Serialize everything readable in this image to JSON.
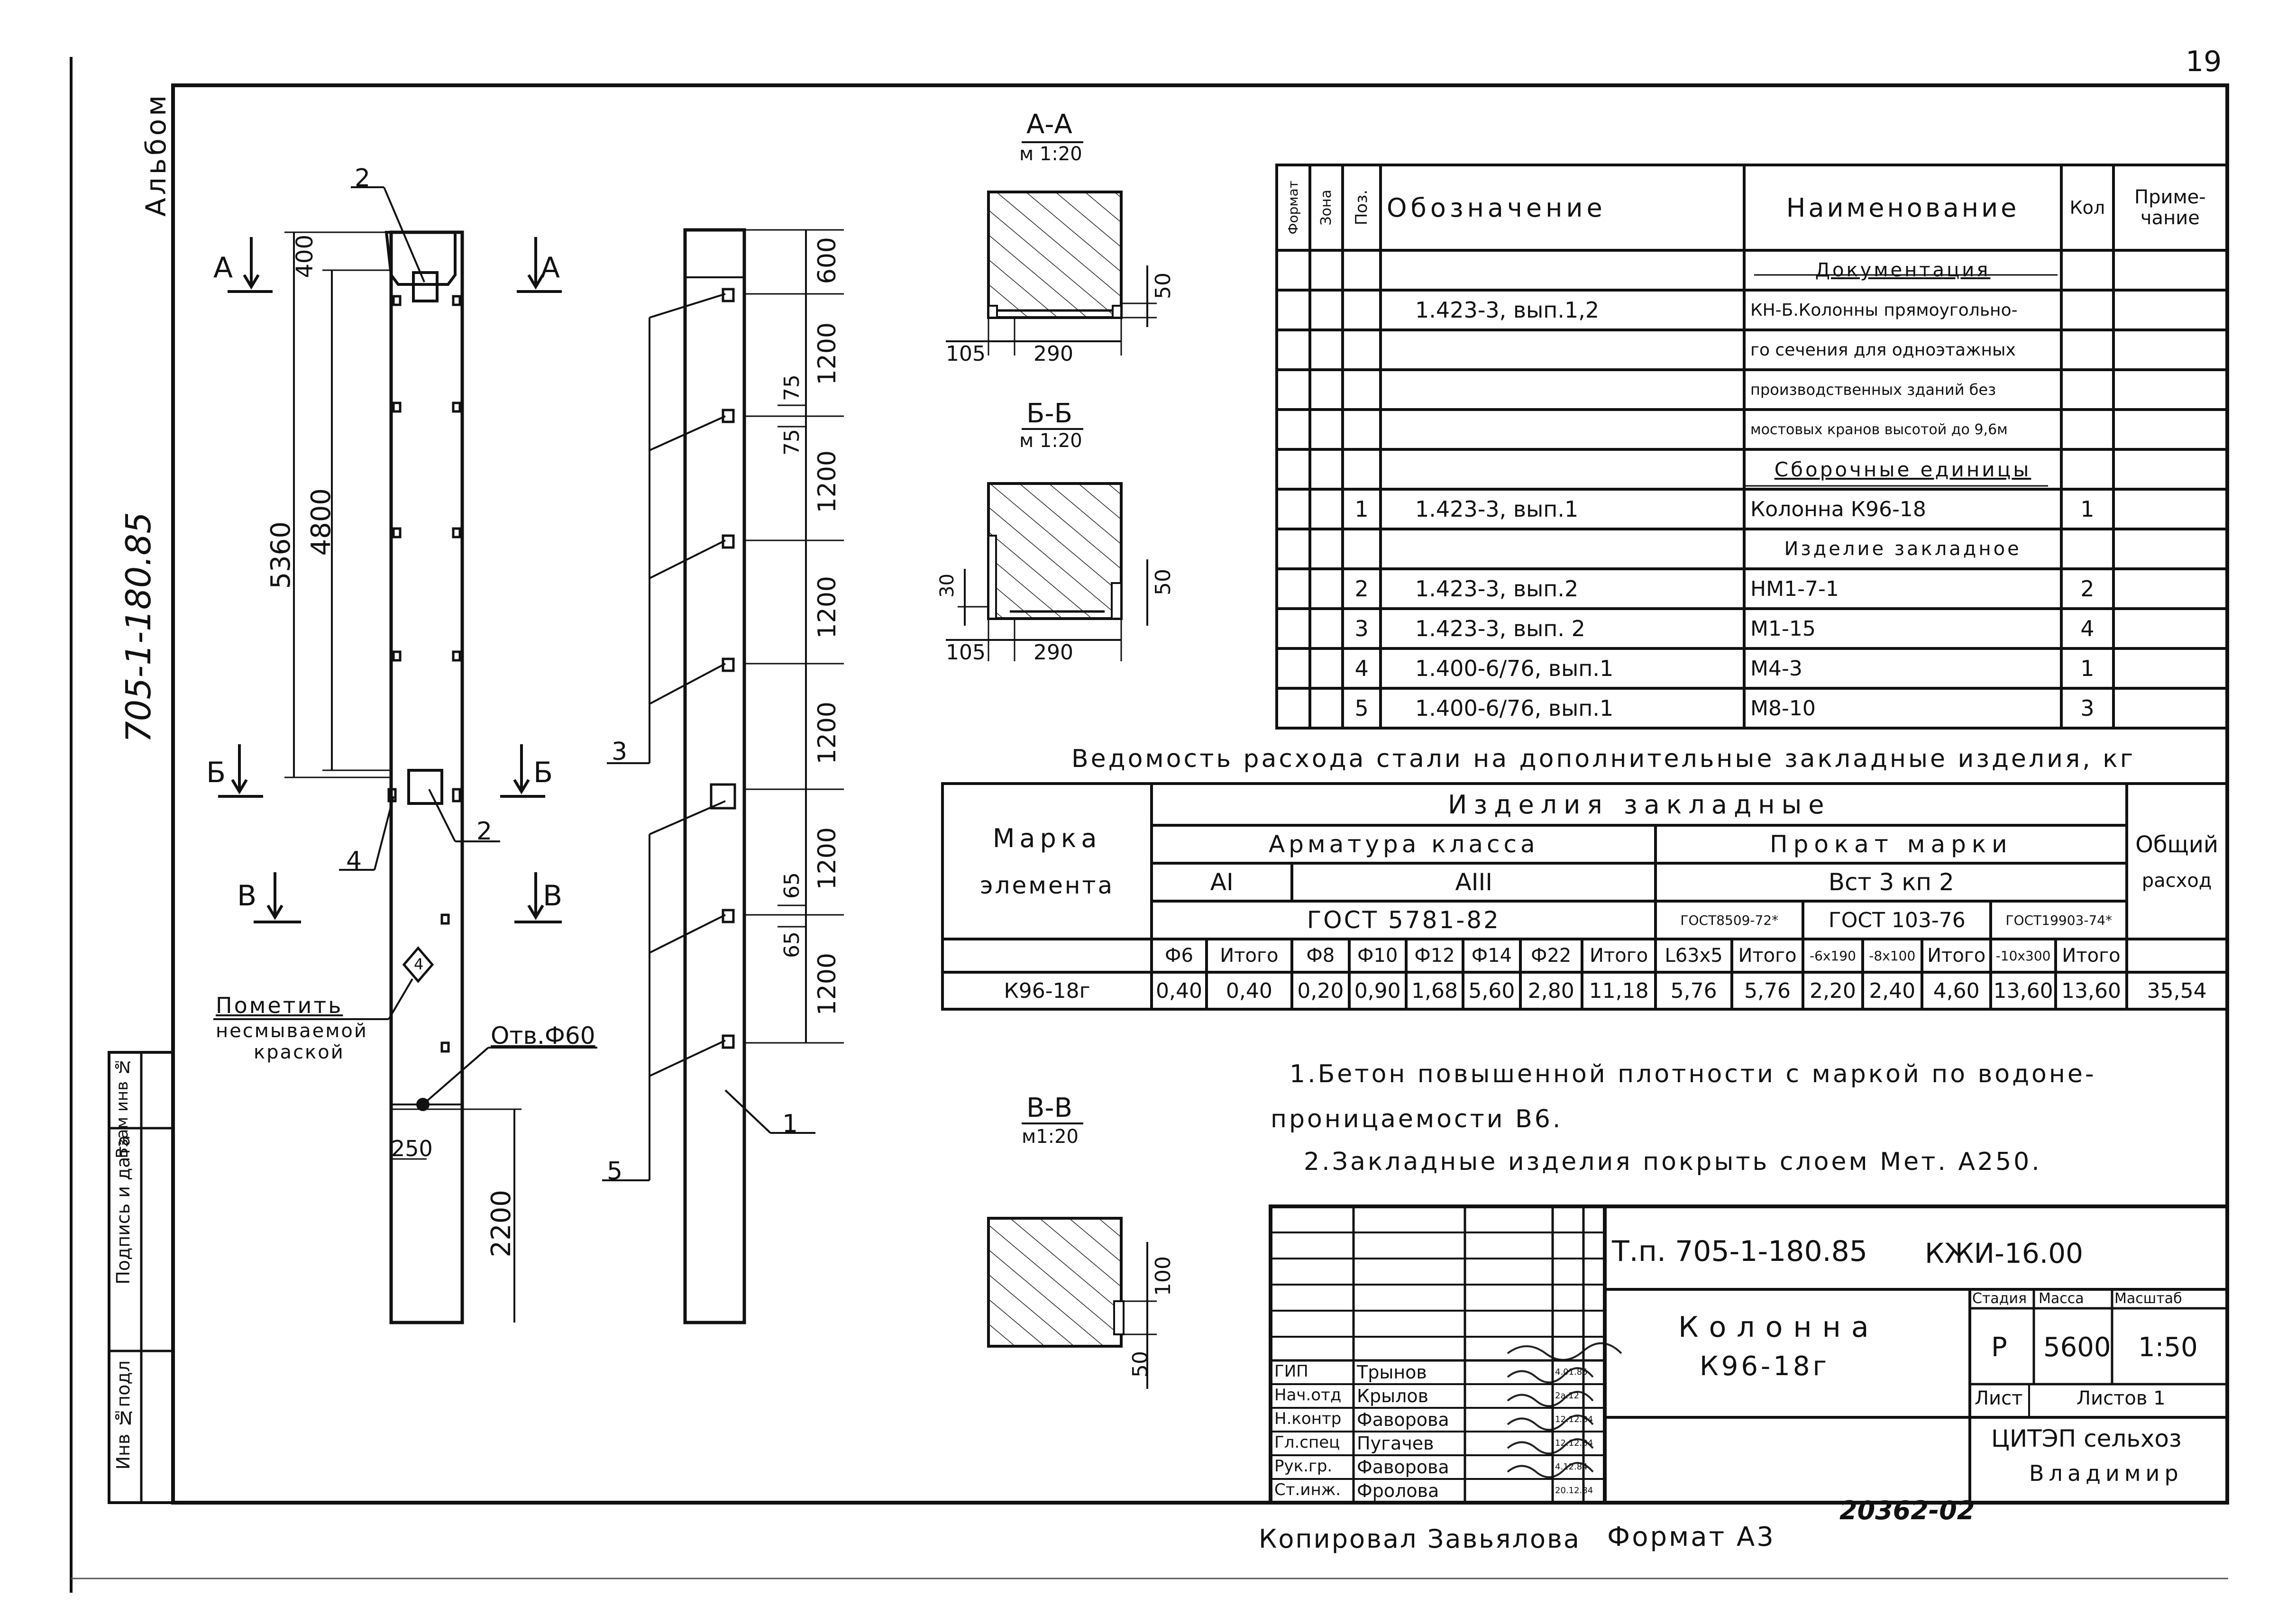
{
  "sheet": {
    "page_number": "19",
    "album_label": "Альбом",
    "project_code_vertical": "705-1-180.85",
    "copied_by": "Копировал Завьялова",
    "format_label": "Формат А3",
    "archive_number": "20362-02"
  },
  "left_margin_labels": [
    "Инв №подл",
    "Подпись и дата",
    "Взам инв №"
  ],
  "drawing": {
    "section_marks": [
      "А",
      "А",
      "Б",
      "Б",
      "В",
      "В"
    ],
    "left_dims": [
      "400",
      "5360",
      "4800",
      "250",
      "2200"
    ],
    "right_dims": [
      "600",
      "1200",
      "75",
      "75",
      "1200",
      "1200",
      "1200",
      "1200",
      "65",
      "65",
      "1200"
    ],
    "position_callouts": [
      "2",
      "2",
      "4",
      "3",
      "5",
      "1"
    ],
    "mark_note": [
      "Пометить",
      "несмываемой",
      "краской"
    ],
    "diamond_label": "4",
    "hole_label": "Отв.Ф60"
  },
  "sections": [
    {
      "title": "А-А",
      "scale": "м 1:20",
      "dims": [
        "105",
        "290",
        "50"
      ]
    },
    {
      "title": "Б-Б",
      "scale": "м 1:20",
      "dims": [
        "105",
        "290",
        "30",
        "50"
      ]
    },
    {
      "title": "В-В",
      "scale": "м1:20",
      "dims": [
        "100",
        "50"
      ]
    }
  ],
  "spec_table": {
    "headers": [
      "Формат",
      "Зона",
      "Поз.",
      "Обозначение",
      "Наименование",
      "Кол",
      "Приме-чание"
    ],
    "rows": [
      [
        "",
        "",
        "",
        "",
        "Документация",
        "",
        ""
      ],
      [
        "",
        "",
        "",
        "1.423-3, вып.1,2",
        "КН-Б.Колонны прямоугольно-",
        "",
        ""
      ],
      [
        "",
        "",
        "",
        "",
        "го сечения для одноэтажных",
        "",
        ""
      ],
      [
        "",
        "",
        "",
        "",
        "производственных зданий без",
        "",
        ""
      ],
      [
        "",
        "",
        "",
        "",
        "мостовых кранов высотой до 9,6м",
        "",
        ""
      ],
      [
        "",
        "",
        "",
        "",
        "Сборочные единицы",
        "",
        ""
      ],
      [
        "",
        "",
        "1",
        "1.423-3, вып.1",
        "Колонна К96-18",
        "1",
        ""
      ],
      [
        "",
        "",
        "",
        "",
        "Изделие закладное",
        "",
        ""
      ],
      [
        "",
        "",
        "2",
        "1.423-3, вып.2",
        "НМ1-7-1",
        "2",
        ""
      ],
      [
        "",
        "",
        "3",
        "1.423-3, вып. 2",
        "М1-15",
        "4",
        ""
      ],
      [
        "",
        "",
        "4",
        "1.400-6/76, вып.1",
        "М4-3",
        "1",
        ""
      ],
      [
        "",
        "",
        "5",
        "1.400-6/76, вып.1",
        "М8-10",
        "3",
        ""
      ]
    ]
  },
  "steel_table": {
    "title": "Ведомость расхода стали на дополнительные закладные изделия, кг",
    "mark_header": [
      "Марка",
      "элемента"
    ],
    "group_header": "Изделия закладные",
    "reinforcement_header": "Арматура класса",
    "rolled_header": "Прокат марки",
    "total_header": [
      "Общий",
      "расход"
    ],
    "class_ai": "АI",
    "class_aiii": "АIII",
    "steel_grade": "Вст 3 кп 2",
    "gost_rebar": "ГОСТ 5781-82",
    "gost_rolled": [
      "ГОСТ8509-72*",
      "ГОСТ 103-76",
      "ГОСТ19903-74*"
    ],
    "columns": [
      "Ф6",
      "Итого",
      "Ф8",
      "Ф10",
      "Ф12",
      "Ф14",
      "Ф22",
      "Итого",
      "L63x5",
      "Итого",
      "-6x190",
      "-8x100",
      "Итого",
      "-10x300",
      "Итого"
    ],
    "row_mark": "К96-18г",
    "values": [
      "0,40",
      "0,40",
      "0,20",
      "0,90",
      "1,68",
      "5,60",
      "2,80",
      "11,18",
      "5,76",
      "5,76",
      "2,20",
      "2,40",
      "4,60",
      "13,60",
      "13,60"
    ],
    "total": "35,54"
  },
  "notes": [
    "1.Бетон повышенной плотности с маркой по водоне-",
    "проницаемости В6.",
    "2.Закладные изделия покрыть слоем Мет. А250."
  ],
  "title_block": {
    "project": "Т.п. 705-1-180.85",
    "doc_code": "КЖИ-16.00",
    "name_line1": "Колонна",
    "name_line2": "К96-18г",
    "stage_header": "Стадия",
    "mass_header": "Масса",
    "scale_header": "Масштаб",
    "stage": "Р",
    "mass": "5600",
    "scale": "1:50",
    "sheet_label": "Лист",
    "sheets_label": "Листов 1",
    "org_line1": "ЦИТЭП сельхоз",
    "org_line2": "Владимир",
    "staff": [
      {
        "role": "ГИП",
        "name": "Трынов",
        "date": "4.01.85"
      },
      {
        "role": "Нач.отд",
        "name": "Крылов",
        "date": "2а.12"
      },
      {
        "role": "Н.контр",
        "name": "Фаворова",
        "date": "12.12.84"
      },
      {
        "role": "Гл.спец",
        "name": "Пугачев",
        "date": "12.12.84"
      },
      {
        "role": "Рук.гр.",
        "name": "Фаворова",
        "date": "4.12.84"
      },
      {
        "role": "Ст.инж.",
        "name": "Фролова",
        "date": "20.12.84"
      }
    ]
  }
}
